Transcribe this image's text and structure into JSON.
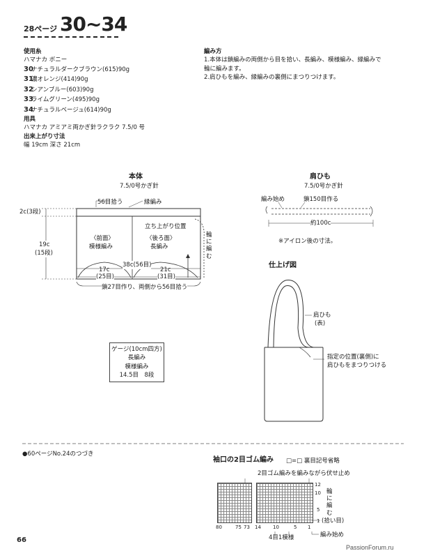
{
  "header": {
    "page_ref": "28ページ",
    "range": "30~34"
  },
  "materials": {
    "yarn_title": "使用糸",
    "yarn_name": "ハマナカ ボニー",
    "colors": [
      {
        "num": "30",
        "text": "ナチュラルダークブラウン(615)90g"
      },
      {
        "num": "31",
        "text": "濃オレンジ(414)90g"
      },
      {
        "num": "32",
        "text": "シアンブルー(603)90g"
      },
      {
        "num": "33",
        "text": "ライムグリーン(495)90g"
      },
      {
        "num": "34",
        "text": "ナチュラルベージュ(614)90g"
      }
    ],
    "tools_title": "用具",
    "tools": "ハマナカ アミアミ両かぎ針ラクラク 7.5/0 号",
    "size_title": "出来上がり寸法",
    "size": "幅 19cm 深さ 21cm"
  },
  "method": {
    "title": "編み方",
    "steps": [
      "1.本体は鎖編みの両側から目を拾い、長編み、模様編み、縁編みで",
      "輪に編みます。",
      "2.肩ひもを編み、縁編みの裏側にまつりつけます。"
    ]
  },
  "body_diagram": {
    "title": "本体",
    "hook": "7.5/0号かぎ針",
    "pickup": "56目拾う",
    "edge": "縁編み",
    "top_dim": "2c(3段)",
    "side_dim_a": "19c",
    "side_dim_b": "(15段)",
    "front_a": "〈前面〉",
    "front_b": "模様編み",
    "back_a": "〈後ろ面〉",
    "back_b": "長編み",
    "rise": "立ち上がり位置",
    "round": [
      "輪",
      "に",
      "編",
      "む"
    ],
    "total": "38c(56目)",
    "left_a": "17c",
    "left_b": "(25目)",
    "right_a": "21c",
    "right_b": "(31目)",
    "chain": "鎖27目作り、両側から56目拾う"
  },
  "gauge": {
    "lines": [
      "ゲージ(10cm四方)",
      "長編み",
      "模様編み",
      "14.5目　8段"
    ]
  },
  "strap": {
    "title": "肩ひも",
    "hook": "7.5/0号かぎ針",
    "start": "編み始め",
    "chain": "鎖150目作る",
    "length": "約100c",
    "note": "※アイロン後の寸法。"
  },
  "finish": {
    "title": "仕上げ図",
    "strap_a": "肩ひも",
    "strap_b": "(表)",
    "attach_a": "指定の位置(裏側)に",
    "attach_b": "肩ひもをまつりつける"
  },
  "continued": {
    "text": "●60ページNo.24のつづき"
  },
  "rib": {
    "title": "袖口の2目ゴム編み",
    "legend": "□=□ 裏目記号省略",
    "bind_off": "2目ゴム編みを編みながら伏せ止め",
    "round": [
      "輪",
      "に",
      "編",
      "む"
    ],
    "pick": "(拾い目)",
    "start": "編み始め",
    "repeat": "4目1模様",
    "rows": [
      "12",
      "10",
      "5",
      "1"
    ],
    "cols": [
      "80",
      "75",
      "73",
      "14",
      "10",
      "5",
      "1"
    ]
  },
  "footer": {
    "page_num": "66",
    "watermark": "PassionForum.ru"
  }
}
